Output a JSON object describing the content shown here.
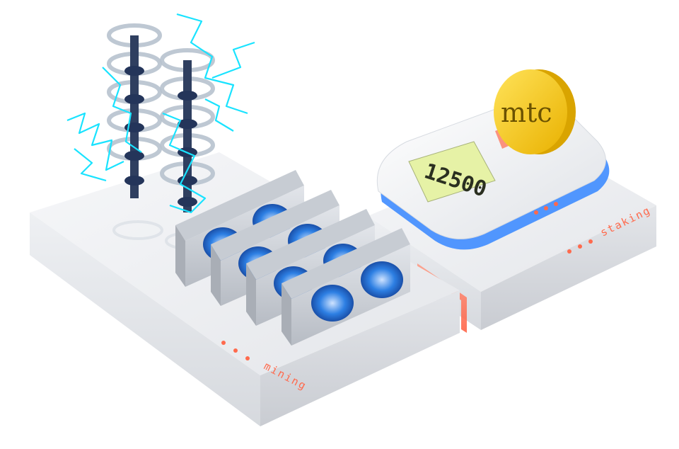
{
  "labels": {
    "mining": "mining",
    "staking": "staking"
  },
  "display": {
    "value": "12500"
  },
  "coin": {
    "text": "mtc"
  },
  "icons": [
    "tesla-coil-icon",
    "gpu-card-icon",
    "fan-icon",
    "coin-icon",
    "staking-device-icon",
    "lightning-icon"
  ],
  "colors": {
    "accent": "#ff6a4d",
    "platform": "#e9ebee",
    "fan_blue": "#2d7fe3",
    "coin_gold": "#f2c200",
    "lcd_green": "#e6f2a6",
    "device_glow": "#3f8cff",
    "lightning": "#19e3ff"
  }
}
